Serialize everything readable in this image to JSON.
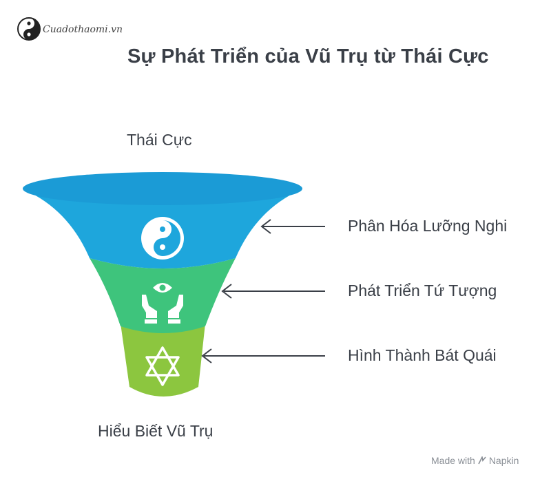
{
  "header": {
    "logo_text": "Cuadothaomi.vn",
    "title": "Sự Phát Triển của Vũ Trụ từ Thái Cực"
  },
  "funnel": {
    "top_label": "Thái Cực",
    "bottom_label": "Hiểu Biết Vũ Trụ",
    "stages": [
      {
        "label": "Phân Hóa Lưỡng Nghi",
        "icon": "yin-yang-icon",
        "color": "#1ea6dc"
      },
      {
        "label": "Phát Triển Tứ Tượng",
        "icon": "hands-eye-icon",
        "color": "#3ec47c"
      },
      {
        "label": "Hình Thành Bát Quái",
        "icon": "star-of-david-icon",
        "color": "#8cc63f"
      }
    ],
    "rim_color": "#1b9bd6"
  },
  "footer": {
    "made_with": "Made with",
    "brand": "Napkin"
  }
}
